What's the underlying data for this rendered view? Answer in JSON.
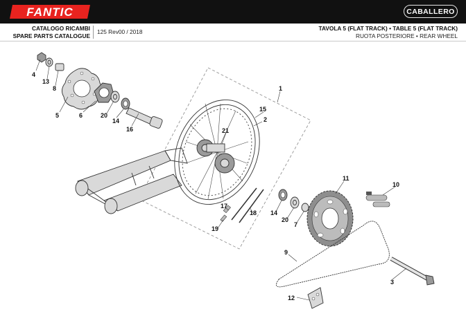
{
  "header": {
    "brand": "FANTIC",
    "model": "CABALLERO",
    "catalog_it": "CATALOGO RICAMBI",
    "catalog_en": "SPARE PARTS CATALOGUE",
    "revision": "125 Rev00 / 2018",
    "table_title": "TAVOLA 5 (FLAT TRACK) • TABLE 5 (FLAT TRACK)",
    "table_subtitle": "RUOTA POSTERIORE • REAR WHEEL"
  },
  "callouts": [
    "1",
    "2",
    "3",
    "4",
    "5",
    "6",
    "7",
    "8",
    "9",
    "10",
    "11",
    "12",
    "13",
    "14",
    "14",
    "15",
    "16",
    "17",
    "18",
    "19",
    "20",
    "20",
    "21"
  ],
  "colors": {
    "brand_red": "#e8231f",
    "topbar": "#111111"
  }
}
